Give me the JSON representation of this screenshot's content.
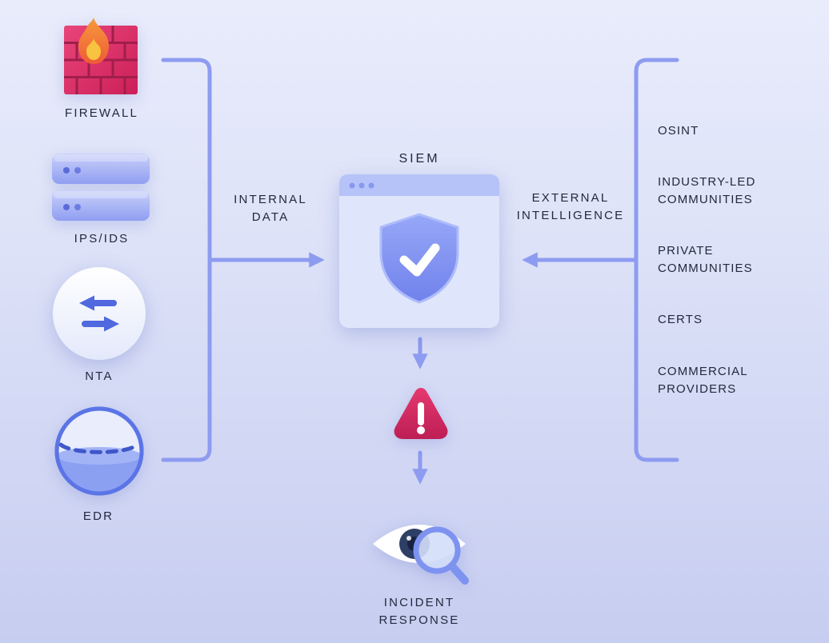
{
  "colors": {
    "connector": "#8d9cf0",
    "text": "#222a3e",
    "alert_red": "#d4265e",
    "shield_blue": "#7e90f1",
    "background_top": "#e9ecfb",
    "background_bottom": "#c7cdf0"
  },
  "left_sources": [
    {
      "label": "FIREWALL",
      "icon": "firewall-icon"
    },
    {
      "label": "IPS/IDS",
      "icon": "server-stack-icon"
    },
    {
      "label": "NTA",
      "icon": "network-traffic-arrows-icon"
    },
    {
      "label": "EDR",
      "icon": "endpoint-sphere-icon"
    }
  ],
  "flows": {
    "internal": "INTERNAL\nDATA",
    "external": "EXTERNAL\nINTELLIGENCE"
  },
  "siem": {
    "label": "SIEM",
    "icon": "shield-check-window-icon"
  },
  "alert": {
    "icon": "warning-triangle-icon"
  },
  "right_sources": [
    {
      "label": "OSINT"
    },
    {
      "label": "INDUSTRY-LED COMMUNITIES"
    },
    {
      "label": "PRIVATE COMMUNITIES"
    },
    {
      "label": "CERTS"
    },
    {
      "label": "COMMERCIAL PROVIDERS"
    }
  ],
  "incident_response": {
    "label": "INCIDENT\nRESPONSE",
    "icon": "eye-magnifier-icon"
  }
}
